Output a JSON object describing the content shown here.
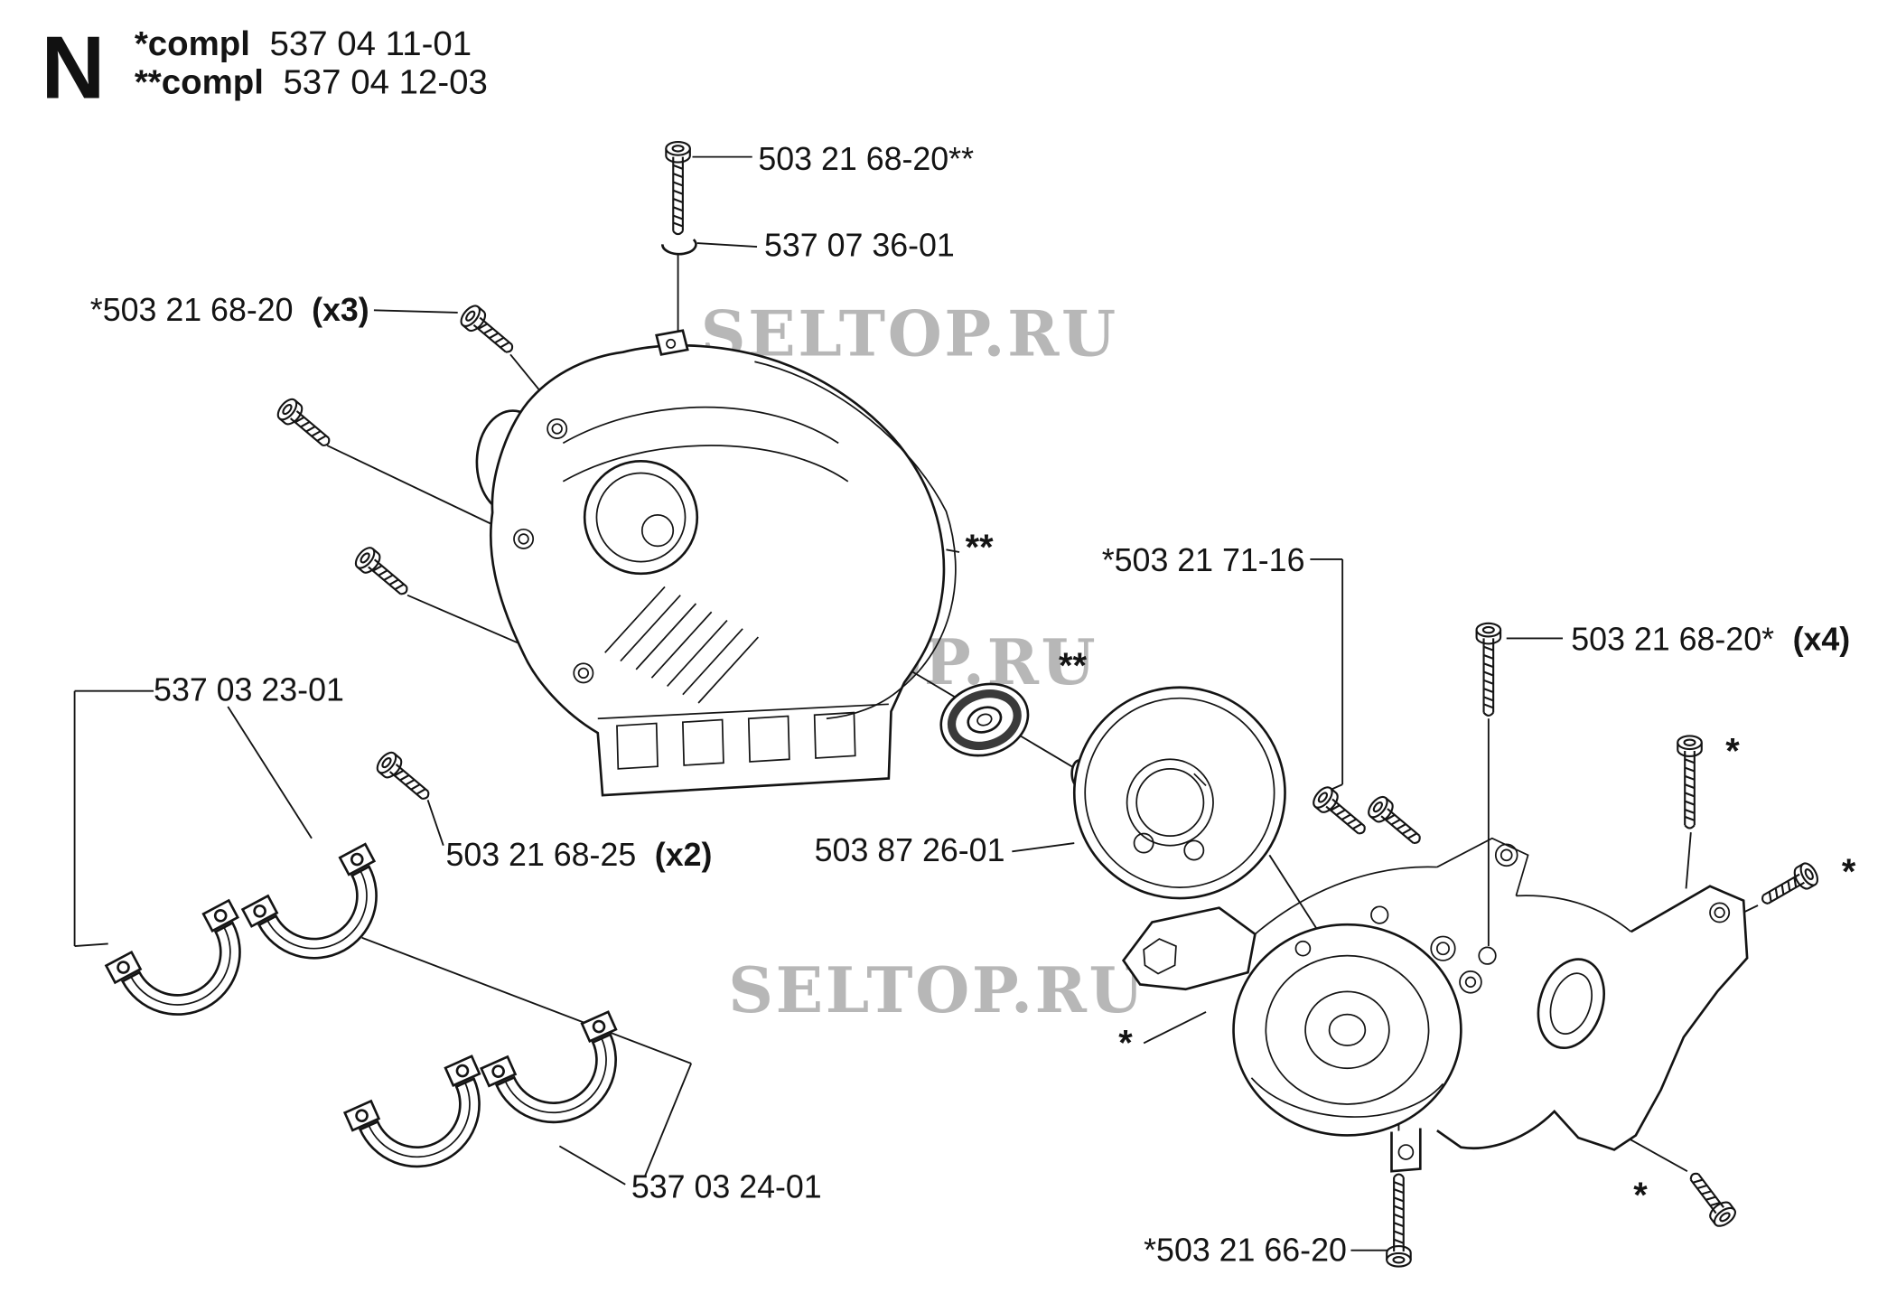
{
  "page": {
    "section_letter": "N",
    "compl_line1_prefix": "*compl",
    "compl_line1_number": "537 04 11-01",
    "compl_line2_prefix": "**compl",
    "compl_line2_number": "537 04 12-03",
    "watermark": "SELTOP.RU"
  },
  "labels": {
    "top_screw": "503 21 68-20**",
    "retaining_ring": "537 07 36-01",
    "left_screws": "*503 21 68-20",
    "left_screws_qty": "(x3)",
    "upper_clamp": "537 03 23-01",
    "clamp_screw": "503 21 68-25",
    "clamp_screw_qty": "(x2)",
    "clutch_drum": "503 87 26-01",
    "pair_screws": "*503 21 71-16",
    "right_screws": "503 21 68-20*",
    "right_screws_qty": "(x4)",
    "lower_clamp": "537 03 24-01",
    "bottom_screw": "*503 21 66-20"
  },
  "marks": {
    "gasket": "**",
    "bearing": "**",
    "gearbox": "*",
    "screw_b": "*",
    "screw_c": "*",
    "screw_d": "*"
  }
}
